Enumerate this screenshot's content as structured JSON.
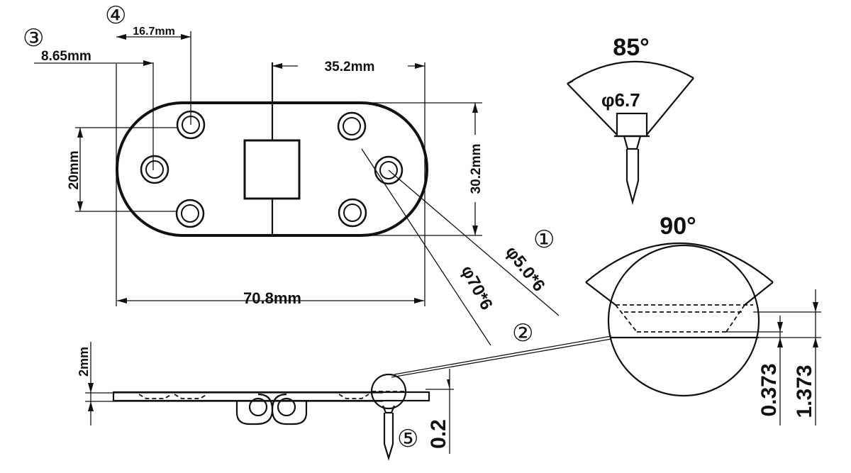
{
  "top_view": {
    "dim_overall_length": "70.8mm",
    "dim_hinge_to_edge": "35.2mm",
    "dim_width": "30.2mm",
    "dim_hole_spacing": "20mm",
    "dim_offset_a": "8.65mm",
    "dim_offset_b": "16.7mm",
    "callout_hole_diameter": "φ5.0*6",
    "callout_countersink": "φ70*6"
  },
  "markers": {
    "m1": "①",
    "m2": "②",
    "m3": "③",
    "m4": "④",
    "m5": "⑤"
  },
  "screw_view": {
    "angle": "85°",
    "head_diameter": "φ6.7"
  },
  "detail_view": {
    "angle": "90°",
    "depth_a": "0.373",
    "depth_b": "1.373"
  },
  "side_view": {
    "thickness": "2mm",
    "recess": "0.2"
  }
}
